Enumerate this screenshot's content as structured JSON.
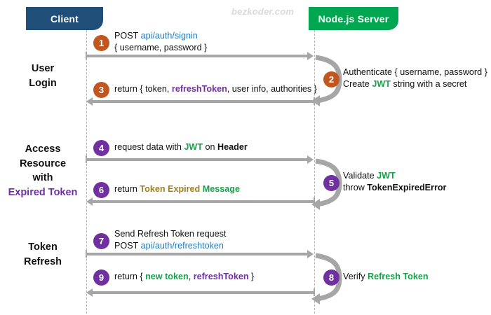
{
  "watermark": "bezkoder.com",
  "actors": {
    "client": {
      "label": "Client",
      "color": "#1F4E79"
    },
    "server": {
      "label": "Node.js Server",
      "color": "#00A650"
    }
  },
  "sections": [
    {
      "id": "user-login",
      "line1": "User",
      "line2": "Login"
    },
    {
      "id": "access-resource",
      "line1": "Access",
      "line2": "Resource",
      "line3": "with",
      "line4": "Expired Token"
    },
    {
      "id": "token-refresh",
      "line1": "Token",
      "line2": "Refresh"
    }
  ],
  "steps": [
    {
      "number": "1",
      "marker_color": "orange",
      "direction": "client-to-server",
      "line1_part1": "POST ",
      "line1_part2": "api/auth/signin",
      "line2": "{ username, password }"
    },
    {
      "number": "2",
      "marker_color": "orange",
      "direction": "server-self",
      "line1": "Authenticate { username, password }",
      "line2_part1": "Create ",
      "line2_part2": "JWT",
      "line2_part3": " string with a secret"
    },
    {
      "number": "3",
      "marker_color": "orange",
      "direction": "server-to-client",
      "part1": "return { token, ",
      "part2": "refreshToken",
      "part3": ", user info, authorities }"
    },
    {
      "number": "4",
      "marker_color": "purple",
      "direction": "client-to-server",
      "part1": "request data with ",
      "part2": "JWT",
      "part3": " on ",
      "part4": "Header"
    },
    {
      "number": "5",
      "marker_color": "purple",
      "direction": "server-self",
      "line1_part1": "Validate ",
      "line1_part2": "JWT",
      "line2_part1": "throw ",
      "line2_part2": "TokenExpiredError"
    },
    {
      "number": "6",
      "marker_color": "purple",
      "direction": "server-to-client",
      "part1": "return ",
      "part2": "Token Expired",
      "part3": " ",
      "part4": "Message"
    },
    {
      "number": "7",
      "marker_color": "purple",
      "direction": "client-to-server",
      "line1": "Send Refresh Token request",
      "line2_part1": "POST ",
      "line2_part2": "api/auth/refreshtoken"
    },
    {
      "number": "8",
      "marker_color": "purple",
      "direction": "server-self",
      "part1": "Verify ",
      "part2": "Refresh Token"
    },
    {
      "number": "9",
      "marker_color": "purple",
      "direction": "server-to-client",
      "part1": "return { ",
      "part2": "new token",
      "part3": ", ",
      "part4": "refreshToken",
      "part5": " }"
    }
  ],
  "colors": {
    "orange": "#C1561E",
    "purple": "#7030A0",
    "green": "#17A24A",
    "blue": "#1F7BC1",
    "gold": "#A0801A",
    "arrow_gray": "#a6a6a6",
    "lifeline_gray": "#b3b3b3"
  }
}
